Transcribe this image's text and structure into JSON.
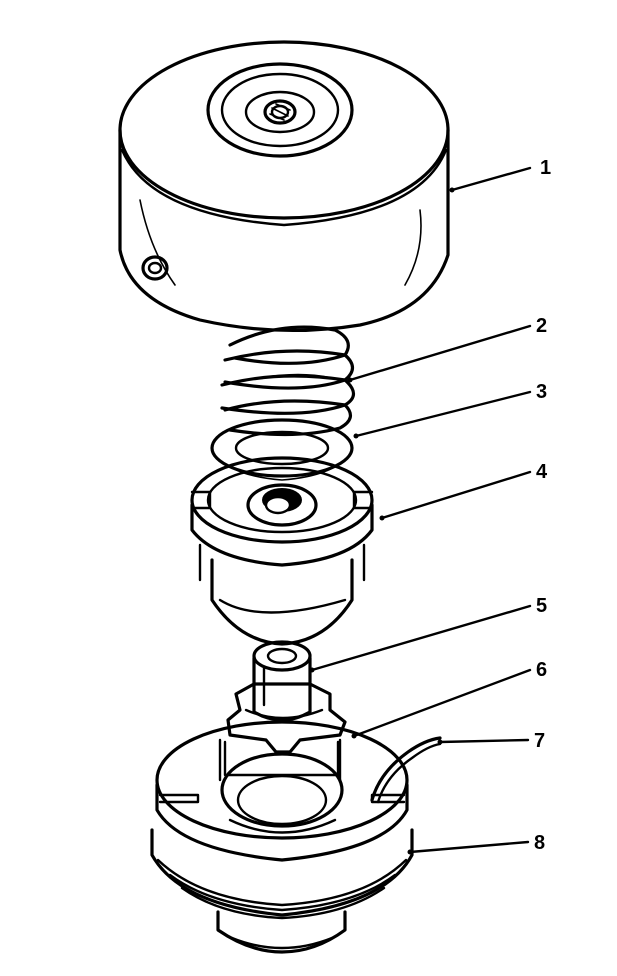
{
  "diagram": {
    "parts": [
      {
        "id": "part-1",
        "label": "1"
      },
      {
        "id": "part-2",
        "label": "2"
      },
      {
        "id": "part-3",
        "label": "3"
      },
      {
        "id": "part-4",
        "label": "4"
      },
      {
        "id": "part-5",
        "label": "5"
      },
      {
        "id": "part-6",
        "label": "6"
      },
      {
        "id": "part-7",
        "label": "7"
      },
      {
        "id": "part-8",
        "label": "8"
      }
    ]
  }
}
